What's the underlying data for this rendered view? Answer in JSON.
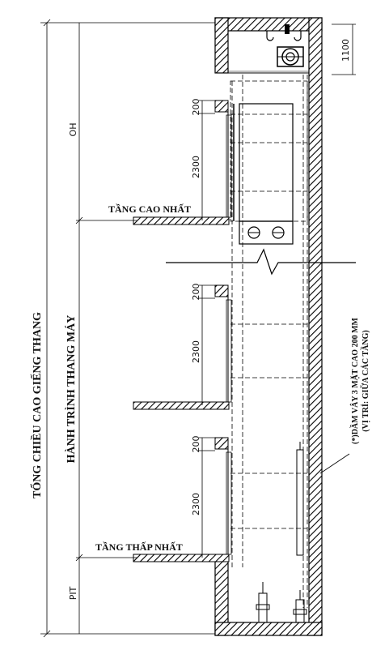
{
  "drawing": {
    "total_height_label": "TỔNG CHIỀU CAO GIẾNG THANG",
    "travel_label": "HÀNH TRÌNH THANG MÁY",
    "oh_label": "OH",
    "pit_label": "PIT",
    "top_floor_label": "TẦNG CAO NHẤT",
    "bottom_floor_label": "TẦNG THẤP NHẤT",
    "dim_1100": "1100",
    "dim_200_a": "200",
    "dim_2300_a": "2300",
    "dim_200_b": "200",
    "dim_2300_b": "2300",
    "dim_200_c": "200",
    "dim_2300_c": "2300",
    "note_line1": "(*)DẦM VÂY 3 MẶT CAO 200 MM",
    "note_line2": "(VỊ TRÍ: GIỮA CÁC TẦNG)"
  }
}
